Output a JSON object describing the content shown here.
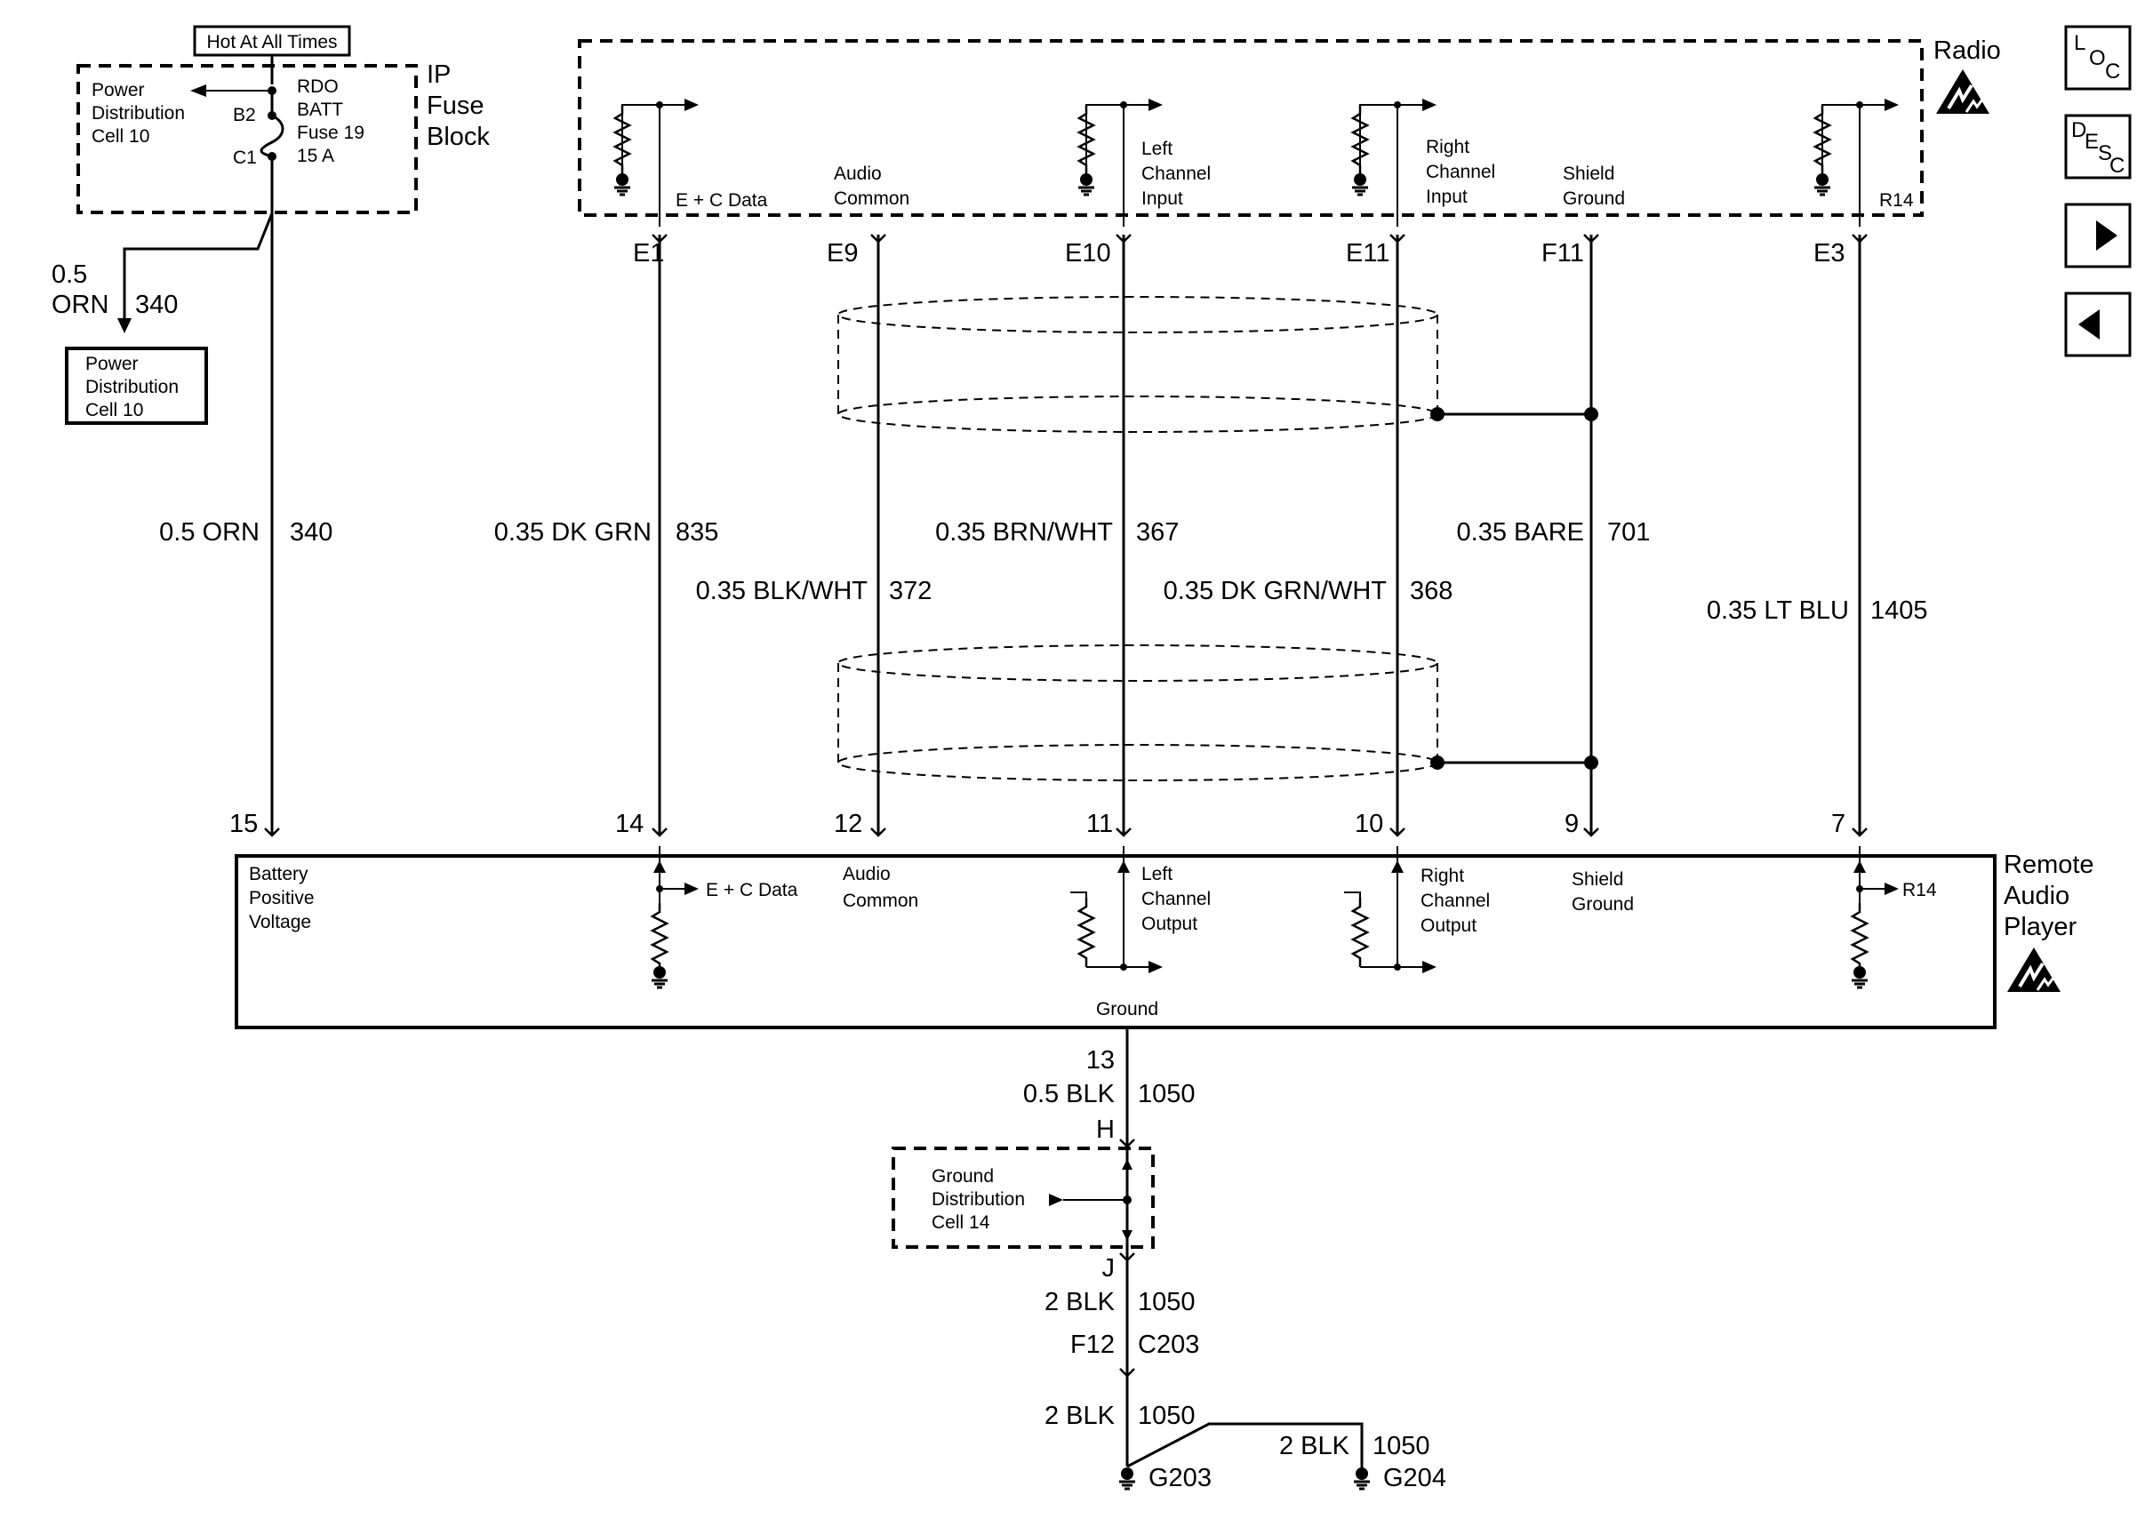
{
  "header": {
    "hot_label": "Hot At All Times"
  },
  "fuse_block": {
    "title_l1": "IP",
    "title_l2": "Fuse",
    "title_l3": "Block",
    "pd_l1": "Power",
    "pd_l2": "Distribution",
    "pd_l3": "Cell 10",
    "fuse_l1": "RDO",
    "fuse_l2": "BATT",
    "fuse_l3": "Fuse 19",
    "fuse_l4": "15 A",
    "pin_b2": "B2",
    "pin_c1": "C1"
  },
  "branch": {
    "gauge_l1": "0.5",
    "gauge_l2": "ORN",
    "circuit": "340",
    "box_l1": "Power",
    "box_l2": "Distribution",
    "box_l3": "Cell 10"
  },
  "radio": {
    "title": "Radio",
    "ec_data": "E + C Data",
    "audio_common_l1": "Audio",
    "audio_common_l2": "Common",
    "left_l1": "Left",
    "left_l2": "Channel",
    "left_l3": "Input",
    "right_l1": "Right",
    "right_l2": "Channel",
    "right_l3": "Input",
    "shield_l1": "Shield",
    "shield_l2": "Ground",
    "r14": "R14"
  },
  "pins_top": [
    "E1",
    "E9",
    "E10",
    "E11",
    "F11",
    "E3"
  ],
  "wires": [
    {
      "color": "0.5 ORN",
      "circuit": "340"
    },
    {
      "color": "0.35 DK GRN",
      "circuit": "835"
    },
    {
      "color": "0.35 BLK/WHT",
      "circuit": "372"
    },
    {
      "color": "0.35 BRN/WHT",
      "circuit": "367"
    },
    {
      "color": "0.35 DK GRN/WHT",
      "circuit": "368"
    },
    {
      "color": "0.35 BARE",
      "circuit": "701"
    },
    {
      "color": "0.35 LT BLU",
      "circuit": "1405"
    }
  ],
  "pins_bottom": [
    "15",
    "14",
    "12",
    "11",
    "10",
    "9",
    "7"
  ],
  "player": {
    "title_l1": "Remote",
    "title_l2": "Audio",
    "title_l3": "Player",
    "batt_l1": "Battery",
    "batt_l2": "Positive",
    "batt_l3": "Voltage",
    "ec_data": "E + C Data",
    "audio_common_l1": "Audio",
    "audio_common_l2": "Common",
    "left_l1": "Left",
    "left_l2": "Channel",
    "left_l3": "Output",
    "right_l1": "Right",
    "right_l2": "Channel",
    "right_l3": "Output",
    "shield_l1": "Shield",
    "shield_l2": "Ground",
    "r14": "R14",
    "ground": "Ground"
  },
  "ground_path": {
    "pin13": "13",
    "wire1_color": "0.5 BLK",
    "wire1_circuit": "1050",
    "conn_h": "H",
    "gd_l1": "Ground",
    "gd_l2": "Distribution",
    "gd_l3": "Cell 14",
    "conn_j": "J",
    "wire2_color": "2 BLK",
    "wire2_circuit": "1050",
    "conn_f12": "F12",
    "conn_c203": "C203",
    "wire3_color": "2 BLK",
    "wire3_circuit": "1050",
    "wire4_color": "2 BLK",
    "wire4_circuit": "1050",
    "g203": "G203",
    "g204": "G204"
  },
  "nav": {
    "loc_l": "L",
    "loc_o": "O",
    "loc_c": "C",
    "desc_d": "D",
    "desc_e": "E",
    "desc_s": "S",
    "desc_c": "C",
    "next_icon": "right-arrow-icon",
    "prev_icon": "left-arrow-icon"
  }
}
